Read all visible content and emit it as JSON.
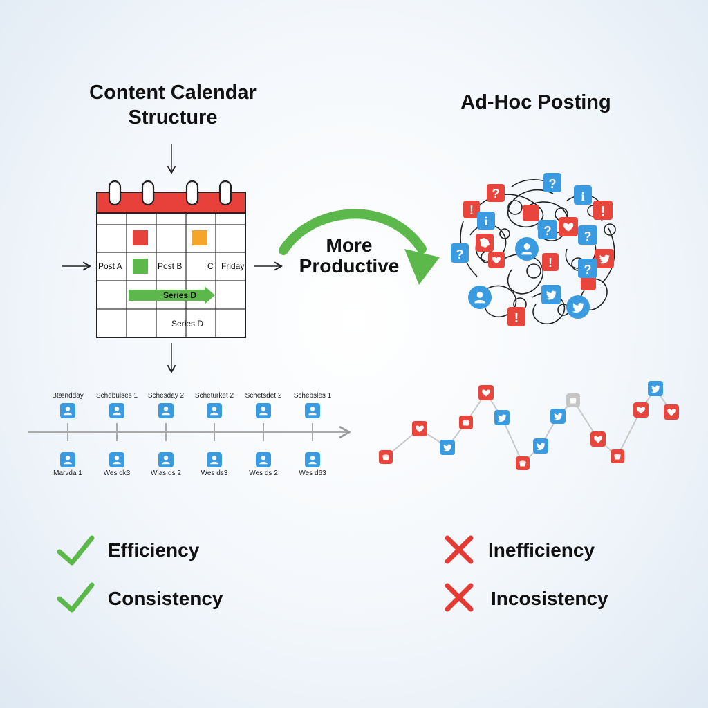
{
  "left": {
    "title_line1": "Content Calendar",
    "title_line2": "Structure",
    "calendar": {
      "post_a": "Post A",
      "post_b": "Post B",
      "c": "C",
      "friday": "Friday",
      "series_d_bar": "Series D",
      "series_d": "Series D"
    },
    "timeline": {
      "top_labels": [
        "Btændday",
        "Schebulses 1",
        "Schesday 2",
        "Scheturket 2",
        "Schetsdet 2",
        "Schebsles 1"
      ],
      "bottom_labels": [
        "Marvda 1",
        "Wes dk3",
        "Wias.ds 2",
        "Wes ds3",
        "Wes ds 2",
        "Wes d63"
      ]
    },
    "outcomes": [
      "Efficiency",
      "Consistency"
    ]
  },
  "arrow": {
    "line1": "More",
    "line2": "Productive"
  },
  "right": {
    "title": "Ad-Hoc Posting",
    "outcomes": [
      "Inefficiency",
      "Incosistency"
    ]
  },
  "colors": {
    "calendar_red": "#e8403a",
    "green": "#5cb84a",
    "orange": "#f4a62a",
    "blue": "#3b9be0",
    "red": "#e8453c",
    "gray": "#c6c6c6"
  }
}
